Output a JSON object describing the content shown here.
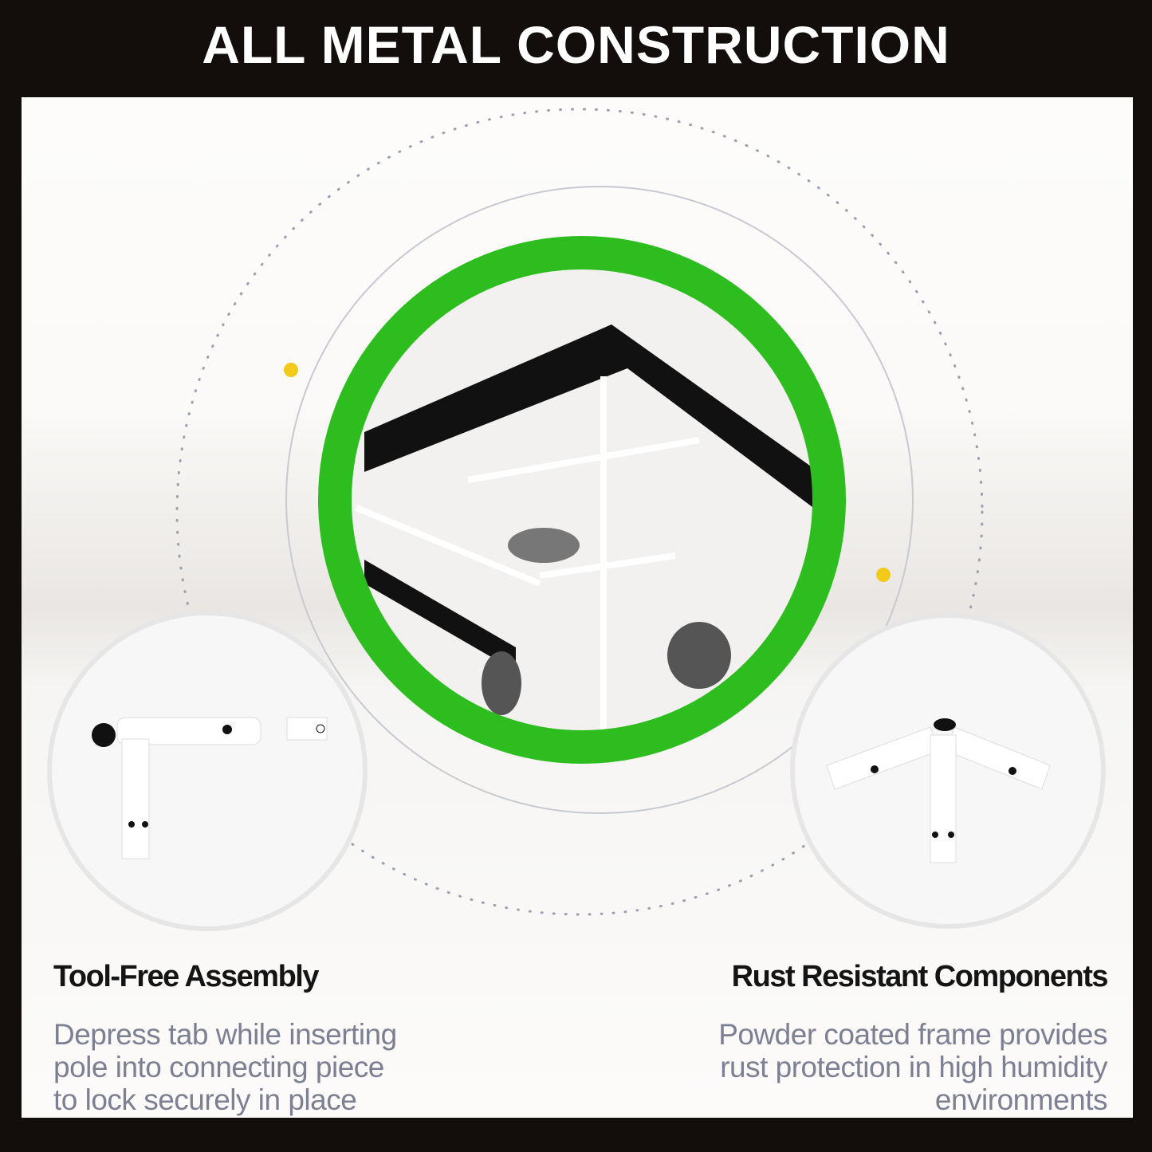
{
  "title": "ALL METAL CONSTRUCTION",
  "features": [
    {
      "heading": "Tool-Free Assembly",
      "lines": [
        "Depress tab while inserting",
        "pole into connecting piece",
        "to lock securely in place"
      ]
    },
    {
      "heading": "Rust Resistant Components",
      "lines": [
        "Powder coated frame provides",
        "rust protection in high humidity",
        "environments"
      ]
    }
  ],
  "colors": {
    "accent_ring": "#2dbd1f",
    "dot": "#f3c91a",
    "frame": "#130d0b"
  },
  "icons": [
    "tent-corner-closeup",
    "elbow-connector",
    "three-way-connector"
  ]
}
